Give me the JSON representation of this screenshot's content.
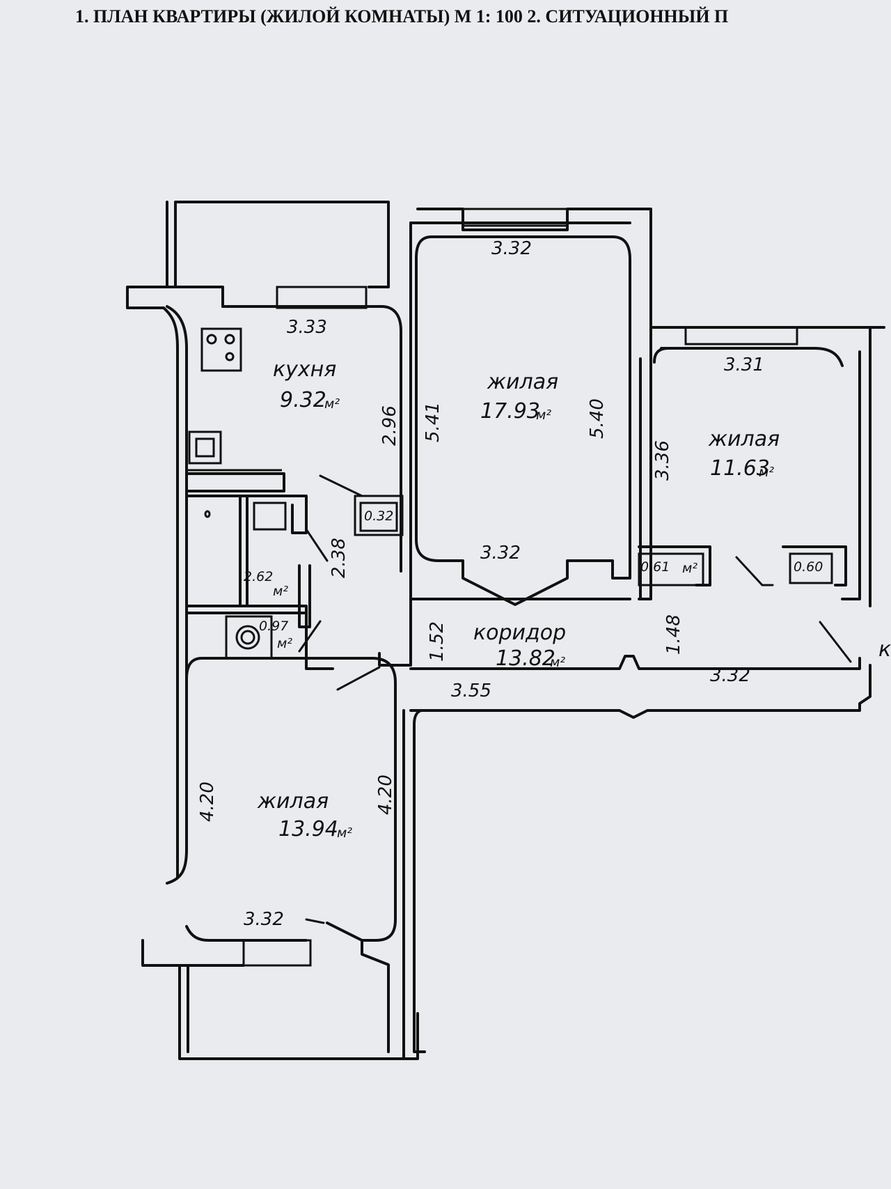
{
  "header": {
    "text": "1. ПЛАН   КВАРТИРЫ (ЖИЛОЙ  КОМНАТЫ) М  1: 100   2. СИТУАЦИОННЫЙ   П"
  },
  "rooms": {
    "kitchen": {
      "name": "кухня",
      "area": "9.32",
      "unit": "м²",
      "dim_top": "3.33",
      "dim_side": "2.96"
    },
    "living1": {
      "name": "жилая",
      "area": "17.93",
      "unit": "м²",
      "dim_top": "3.32",
      "dim_bottom": "3.32",
      "dim_left": "5.41",
      "dim_right": "5.40"
    },
    "living2": {
      "name": "жилая",
      "area": "11.63",
      "unit": "м²",
      "dim_top": "3.31",
      "dim_left": "3.36"
    },
    "living3": {
      "name": "жилая",
      "area": "13.94",
      "unit": "м²",
      "dim_bottom": "3.32",
      "dim_left": "4.20",
      "dim_right": "4.20"
    },
    "corridor": {
      "name": "коридор",
      "area": "13.82",
      "unit": "м²",
      "dim_width1": "1.52",
      "dim_width2": "1.48",
      "dim_left": "3.55",
      "dim_right": "3.32"
    },
    "bath": {
      "area": "2.62",
      "unit": "м²",
      "dim": "2.38"
    },
    "wc": {
      "area": "0.97",
      "unit": "м²"
    },
    "closet1": {
      "area": "0.32"
    },
    "closet2": {
      "area": "0.61",
      "unit": "м²"
    },
    "closet3": {
      "area": "0.60"
    },
    "edge_letter": "к"
  }
}
